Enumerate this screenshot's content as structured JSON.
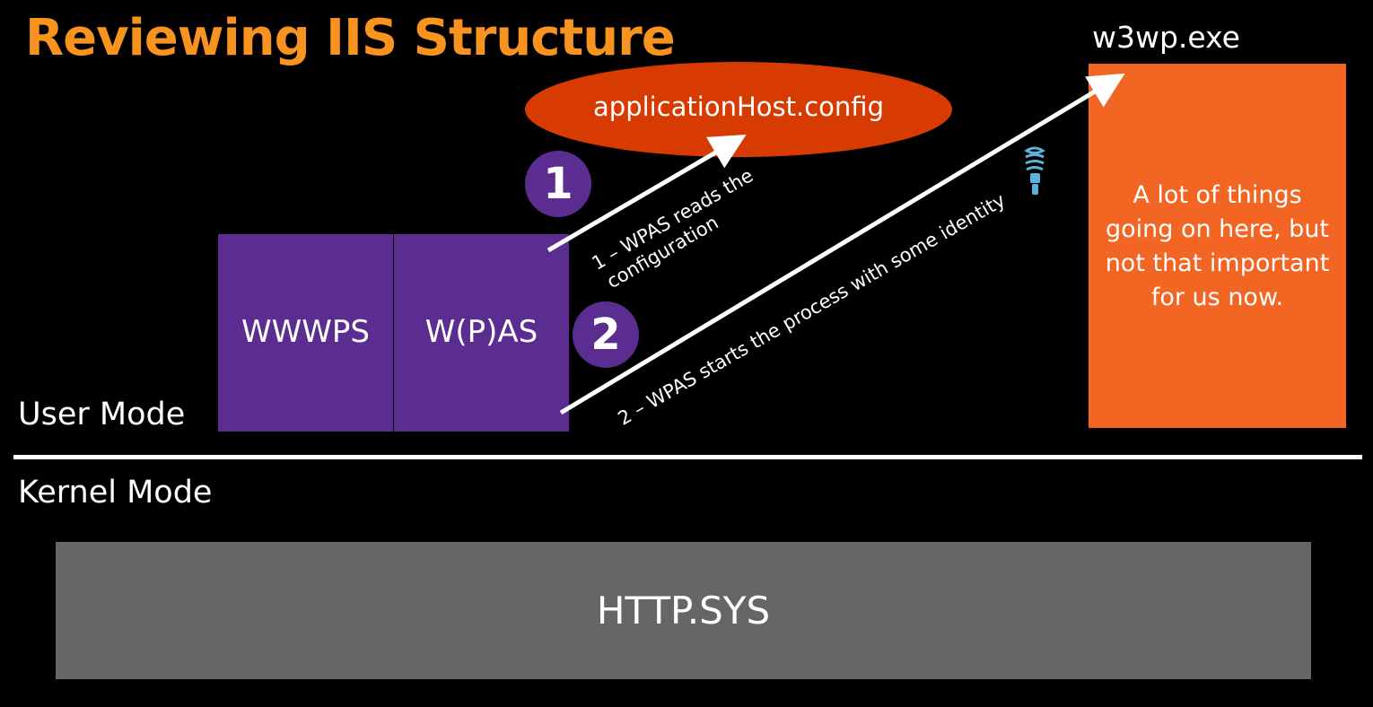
{
  "title": "Reviewing IIS Structure",
  "w3wp": {
    "label": "w3wp.exe",
    "lines": [
      "A lot of things",
      "going on here, but",
      "not that important",
      "for us now."
    ]
  },
  "config_oval": {
    "label": "applicationHost.config"
  },
  "steps": [
    {
      "number": "1",
      "label_lines": [
        "1 – WPAS reads the",
        "configuration"
      ]
    },
    {
      "number": "2",
      "label": "2 – WPAS starts the process with some identity"
    }
  ],
  "components": {
    "wwwps": "WWWPS",
    "wpas": "W(P)AS"
  },
  "modes": {
    "user": "User Mode",
    "kernel": "Kernel Mode"
  },
  "http_sys": "HTTP.SYS",
  "icons": {
    "idea": "lightbulb-icon"
  },
  "colors": {
    "background": "#000000",
    "title": "#f7931e",
    "w3wp_box": "#f26522",
    "oval": "#d83b01",
    "purple": "#5c2d91",
    "http_box": "#666666",
    "bulb": "#59b4d9"
  }
}
